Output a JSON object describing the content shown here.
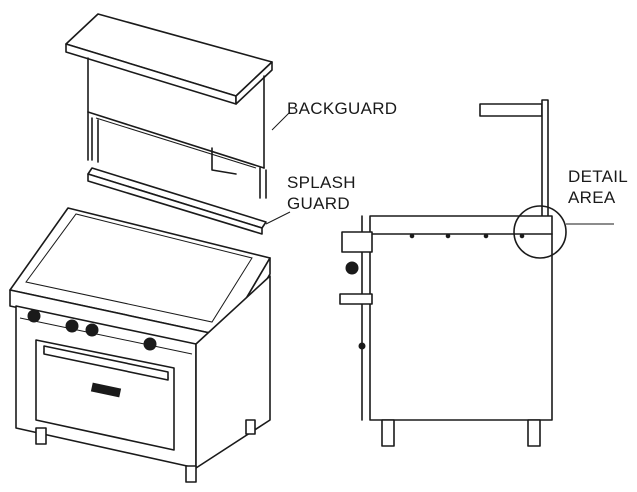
{
  "labels": {
    "backguard": "BACKGUARD",
    "splash_guard_line1": "SPLASH",
    "splash_guard_line2": "GUARD",
    "detail_area_line1": "DETAIL",
    "detail_area_line2": "AREA"
  }
}
